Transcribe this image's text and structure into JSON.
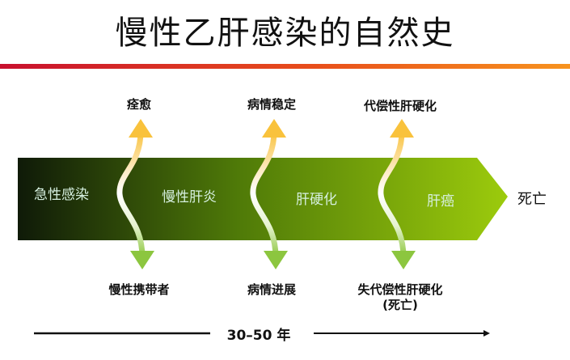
{
  "title": "慢性乙肝感染的自然史",
  "stages": [
    "急性感染",
    "慢性肝炎",
    "肝硬化",
    "肝癌"
  ],
  "end_label": "死亡",
  "top_outcomes": [
    "痊愈",
    "病情稳定",
    "代偿性肝硬化"
  ],
  "bottom_outcomes": [
    "慢性携带者",
    "病情进展",
    "失代偿性肝硬化",
    "(死亡)"
  ],
  "timeline": "30–50 年",
  "colors": {
    "band_start": "#0f1a08",
    "band_end": "#9ccb0c",
    "up_arrow": "#f9c23c",
    "down_arrow": "#8cc63f",
    "rule_start": "#c8102e",
    "rule_end": "#f7931e"
  }
}
